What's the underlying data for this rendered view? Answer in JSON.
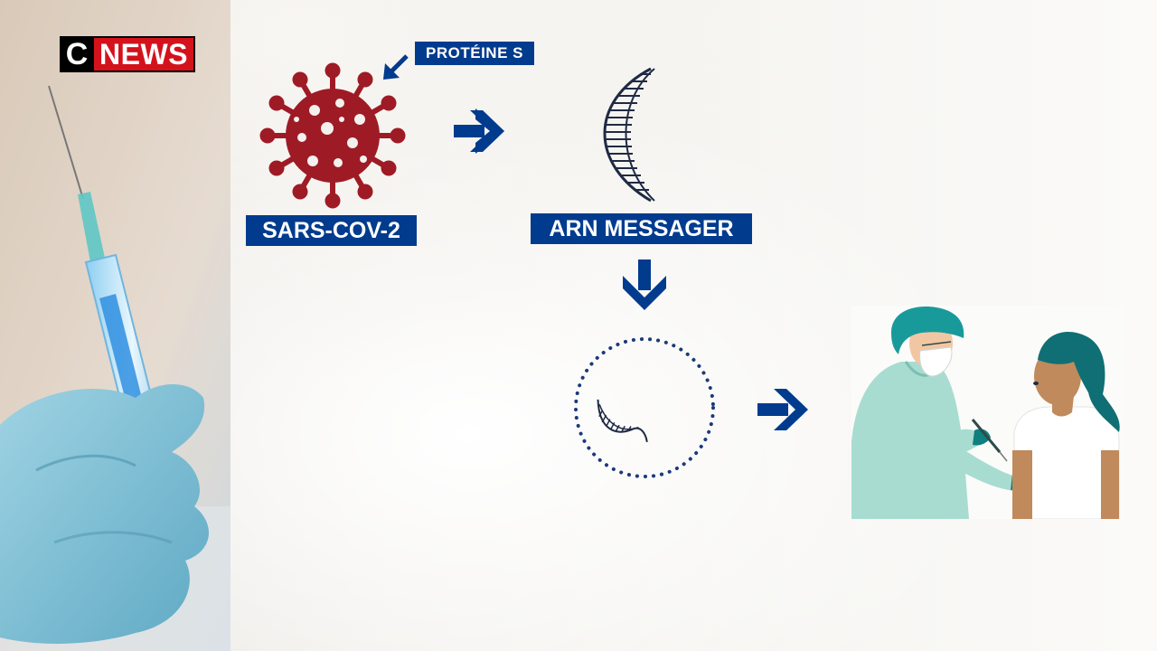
{
  "logo": {
    "c": "C",
    "news": "NEWS"
  },
  "labels": {
    "proteine": "PROTÉINE S",
    "sars": "SARS-COV-2",
    "arn": "ARN MESSAGER"
  },
  "icons": [
    "syringe-icon",
    "virus-icon",
    "arrow-right-icon",
    "mrna-helix-icon",
    "arrow-down-icon",
    "cell-icon",
    "vaccination-icon"
  ],
  "colors": {
    "label_blue": "#003b8e",
    "virus_red": "#9e1b26",
    "logo_red": "#d4121c",
    "teal": "#0f7f7f"
  }
}
